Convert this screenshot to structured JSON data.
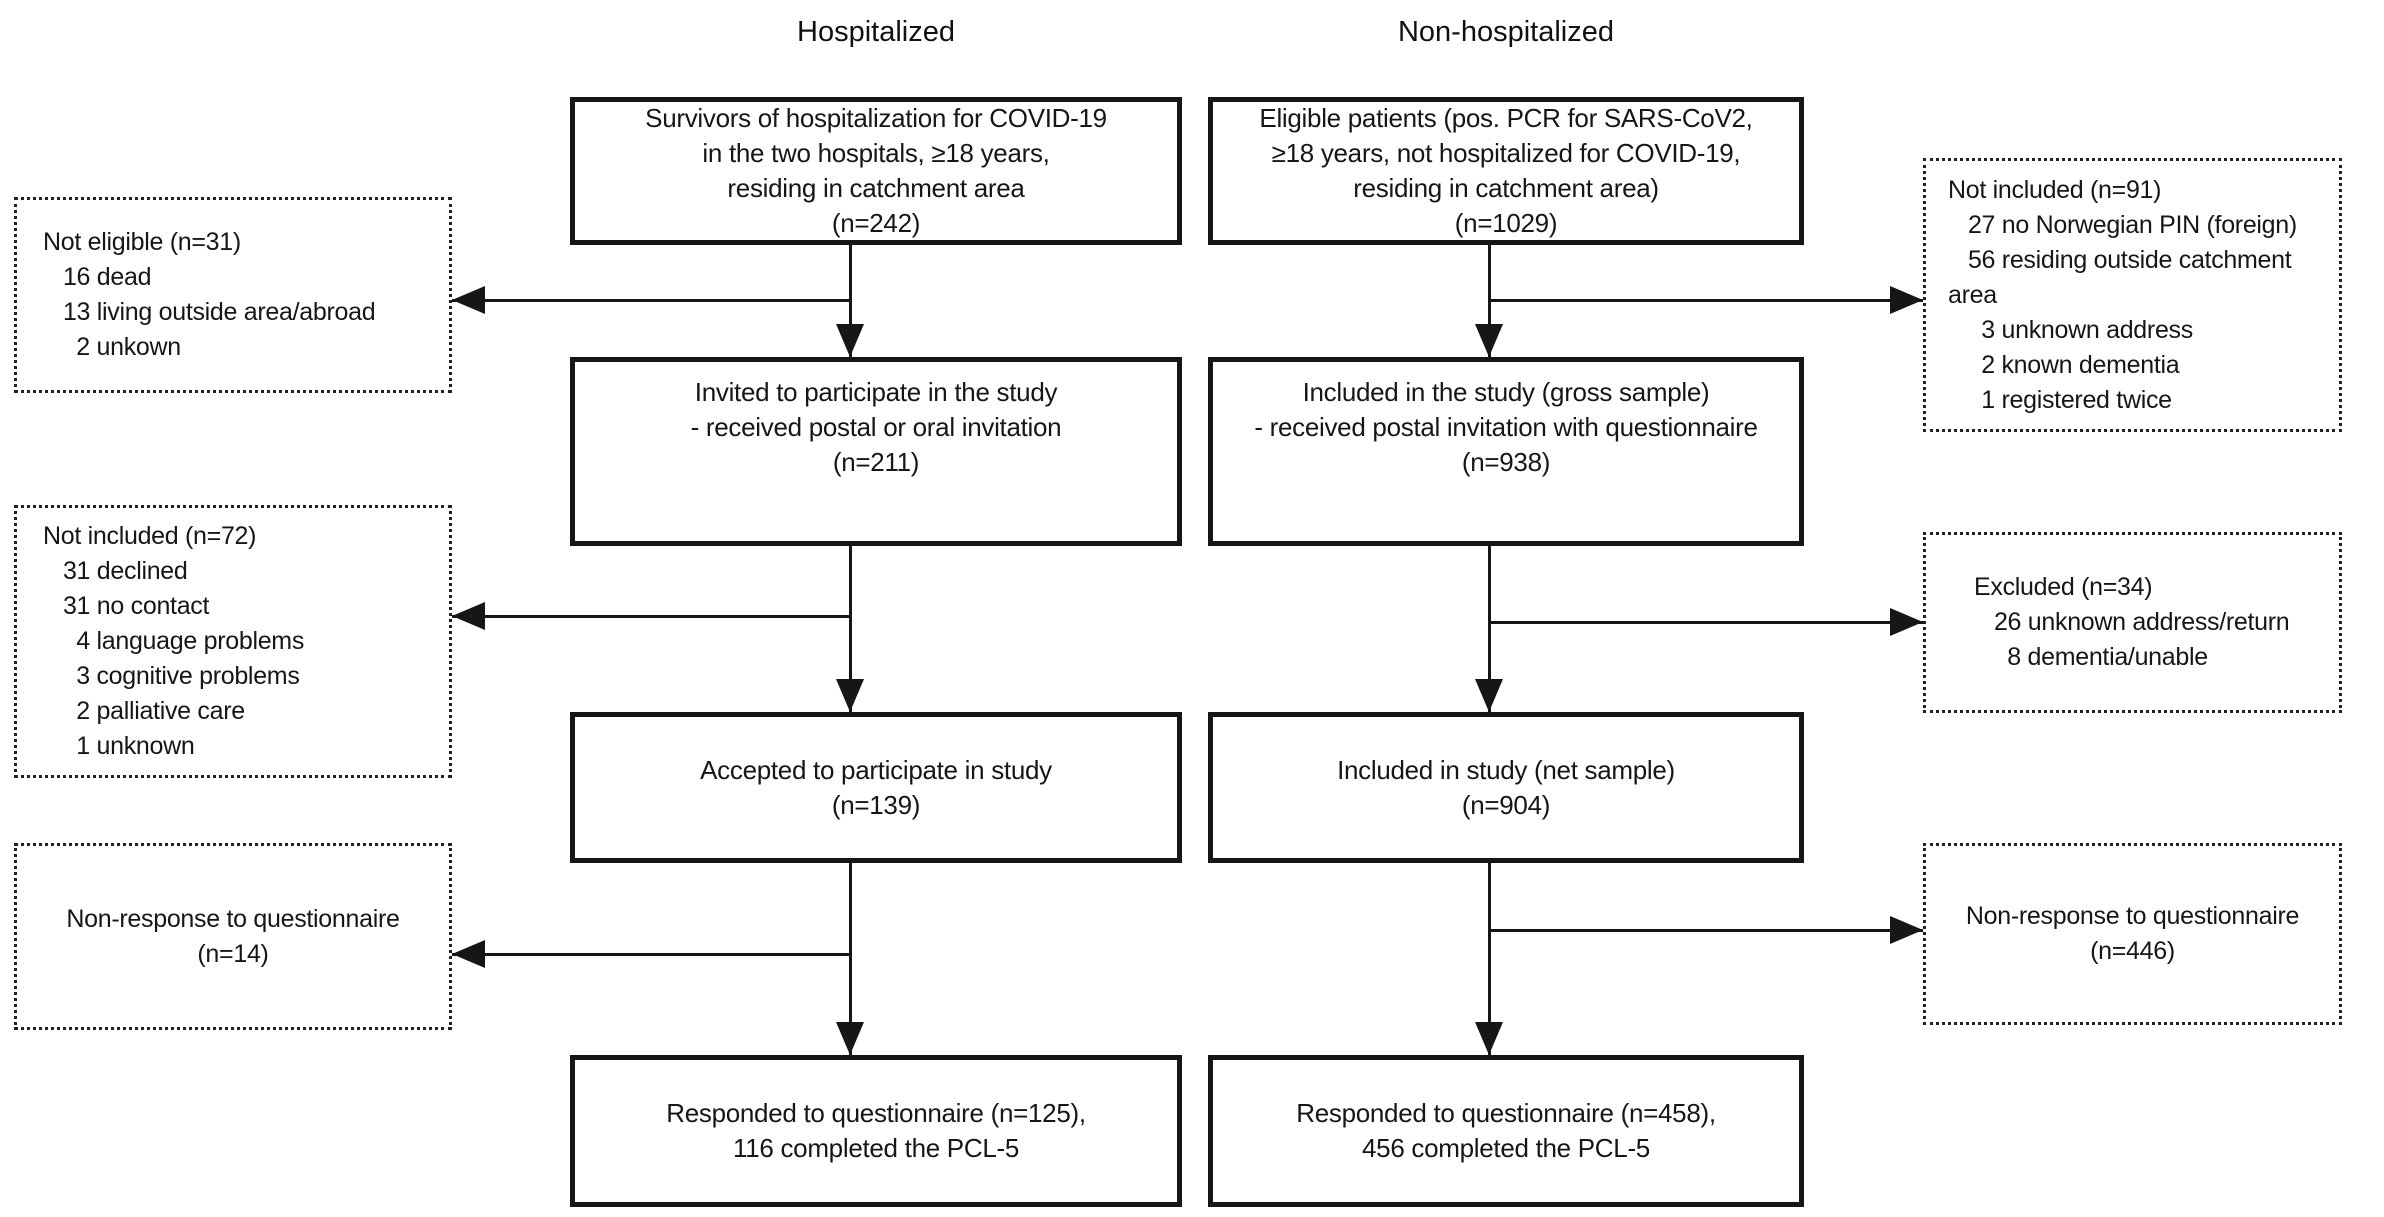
{
  "columns": {
    "hospitalized": {
      "header": "Hospitalized",
      "flow_boxes": [
        {
          "lines": [
            "Survivors of hospitalization for COVID-19",
            "in the two hospitals, ≥18 years,",
            "residing in catchment area",
            "(n=242)"
          ]
        },
        {
          "lines": [
            "Invited to participate in the study",
            "- received postal or oral invitation",
            "(n=211)"
          ]
        },
        {
          "lines": [
            "Accepted to participate in study",
            "(n=139)"
          ]
        },
        {
          "lines": [
            "Responded to questionnaire (n=125),",
            "116 completed the PCL-5"
          ]
        }
      ],
      "exclusion_boxes": [
        {
          "lines": [
            "Not eligible (n=31)",
            "   16 dead",
            "   13 living outside area/abroad",
            "     2 unkown"
          ]
        },
        {
          "lines": [
            "Not included (n=72)",
            "   31 declined",
            "   31 no contact",
            "     4 language problems",
            "     3 cognitive problems",
            "     2 palliative care",
            "     1 unknown"
          ]
        },
        {
          "lines": [
            "Non-response to questionnaire",
            "(n=14)"
          ]
        }
      ]
    },
    "non_hospitalized": {
      "header": "Non-hospitalized",
      "flow_boxes": [
        {
          "lines": [
            "Eligible patients (pos. PCR for SARS-CoV2,",
            "≥18 years, not hospitalized for COVID-19,",
            "residing in catchment area)",
            "(n=1029)"
          ]
        },
        {
          "lines": [
            "Included in the study (gross sample)",
            "- received postal invitation with questionnaire",
            "(n=938)"
          ]
        },
        {
          "lines": [
            "Included in study (net sample)",
            "(n=904)"
          ]
        },
        {
          "lines": [
            "Responded to questionnaire (n=458),",
            "456 completed the PCL-5"
          ]
        }
      ],
      "exclusion_boxes": [
        {
          "lines": [
            "Not included (n=91)",
            "   27 no Norwegian PIN (foreign)",
            "   56 residing outside catchment",
            "area",
            "     3 unknown address",
            "     2 known dementia",
            "     1 registered twice"
          ]
        },
        {
          "lines": [
            "Excluded (n=34)",
            "   26 unknown address/return",
            "     8 dementia/unable"
          ]
        },
        {
          "lines": [
            "Non-response to questionnaire",
            "(n=446)"
          ]
        }
      ]
    }
  },
  "colors": {
    "line": "#161616",
    "text": "#161616",
    "background": "#ffffff"
  }
}
